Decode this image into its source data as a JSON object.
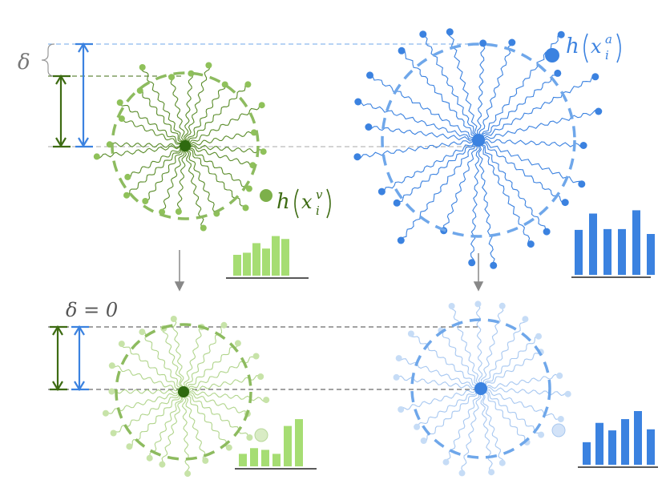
{
  "labels": {
    "delta_gap": "δ",
    "delta_zero": "δ = 0",
    "visual_embedding": {
      "h": "h",
      "x": "x",
      "sub": "i",
      "sup": "v"
    },
    "audio_embedding": {
      "h": "h",
      "x": "x",
      "sub": "i",
      "sup": "a"
    }
  },
  "colors": {
    "visual": "#5a8c2a",
    "visual_light": "#8fc15a",
    "visual_bar": "#a6dd73",
    "visual_arrow": "#3d6b12",
    "audio": "#3b82e0",
    "audio_light": "#6fa7ea",
    "audio_bar": "#3b82e0",
    "guide": "#888888"
  },
  "histograms": {
    "visual_top": [
      0.5,
      0.55,
      0.78,
      0.65,
      0.95,
      0.88
    ],
    "audio_top": [
      0.55,
      0.75,
      0.56,
      0.56,
      0.79,
      0.5
    ],
    "visual_bottom": [
      0.22,
      0.32,
      0.29,
      0.22,
      0.71,
      0.83
    ],
    "audio_bottom": [
      0.42,
      0.78,
      0.64,
      0.85,
      1.0,
      0.66
    ]
  }
}
